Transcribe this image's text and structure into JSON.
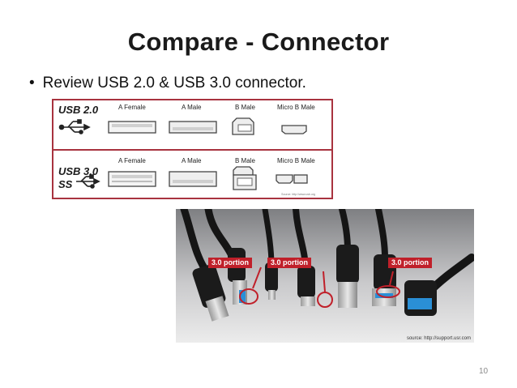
{
  "slide": {
    "title": "Compare - Connector",
    "bullet": "Review USB 2.0 & USB 3.0 connector.",
    "page_number": "10"
  },
  "diagram": {
    "rows": [
      {
        "label": "USB 2.0",
        "columns": [
          "A Female",
          "A Male",
          "B Male",
          "Micro B Male"
        ]
      },
      {
        "label": "USB 3.0",
        "ss_label": "SS",
        "columns": [
          "A Female",
          "A Male",
          "B Male",
          "Micro B Male"
        ]
      }
    ],
    "credit": "Source: http://www.usb.org"
  },
  "photo": {
    "callouts": [
      "3.0 portion",
      "3.0 portion",
      "3.0 portion"
    ],
    "source": "source: http://support.usr.com"
  },
  "colors": {
    "accent_red": "#a8333f",
    "usb3_blue": "#2a8fd6",
    "callout_red": "#c0202a"
  }
}
